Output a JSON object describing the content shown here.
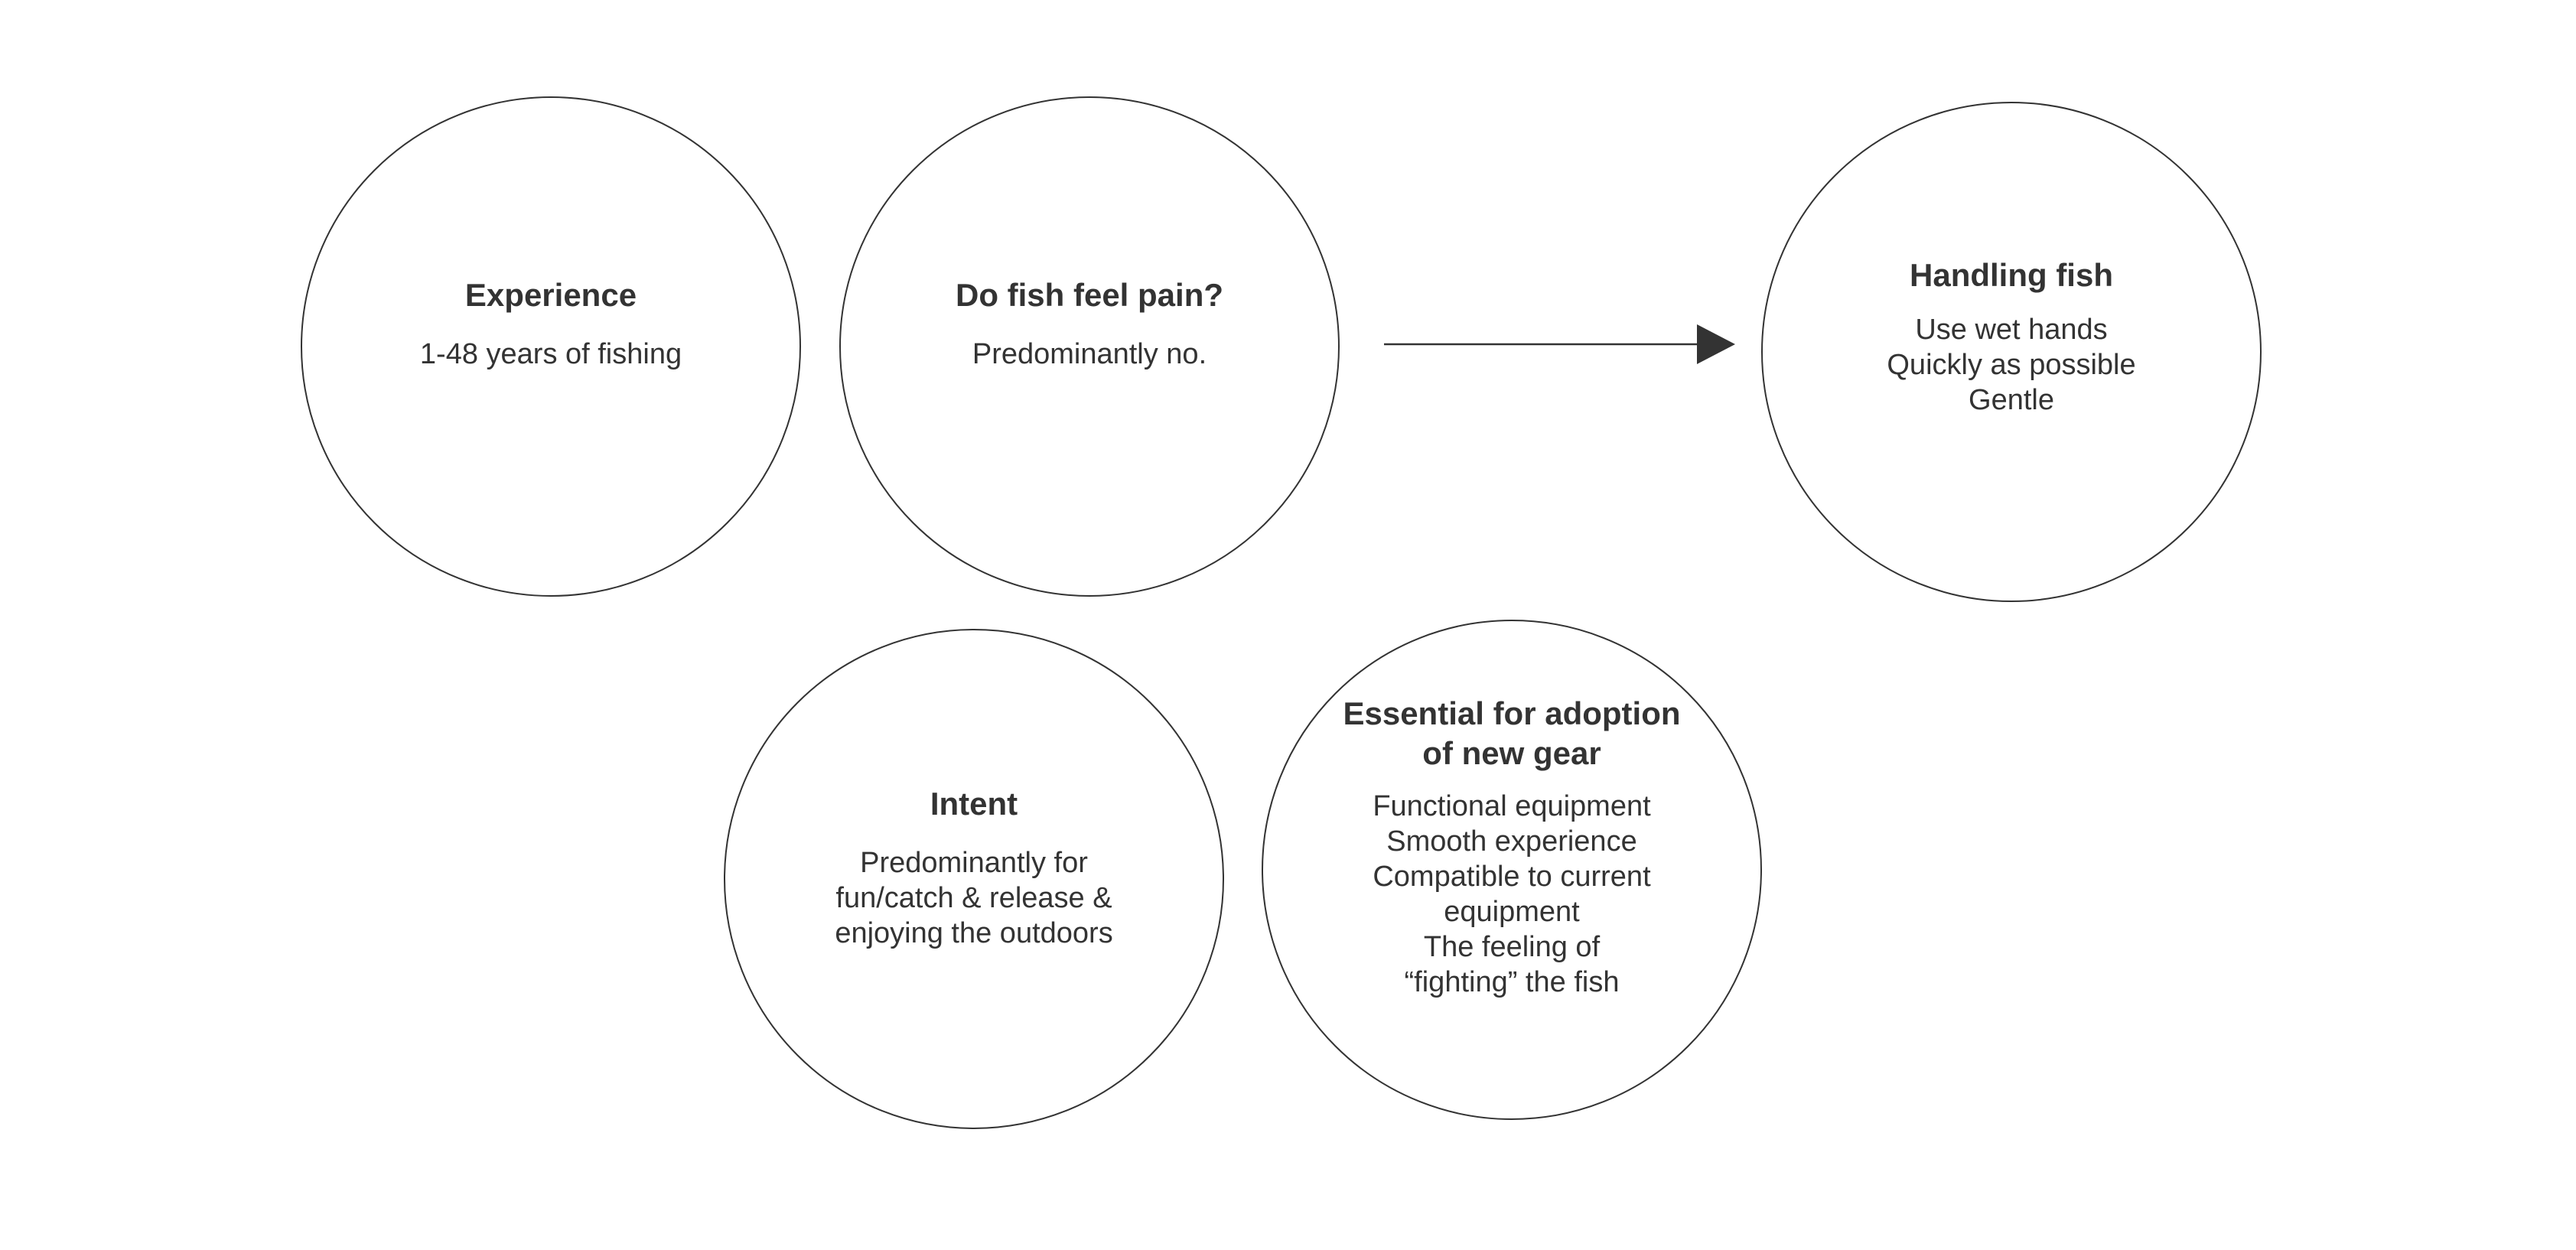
{
  "diagram": {
    "nodes": [
      {
        "id": "experience",
        "title": "Experience",
        "lines": [
          "1-48 years of fishing"
        ]
      },
      {
        "id": "pain",
        "title": "Do fish feel pain?",
        "lines": [
          "Predominantly no."
        ]
      },
      {
        "id": "handling",
        "title": "Handling fish",
        "lines": [
          "Use wet hands",
          "Quickly as possible",
          "Gentle"
        ]
      },
      {
        "id": "intent",
        "title": "Intent",
        "lines": [
          "Predominantly for",
          "fun/catch & release &",
          "enjoying the outdoors"
        ]
      },
      {
        "id": "essential",
        "title": "Essential for adoption\nof new gear",
        "lines": [
          "Functional equipment",
          "Smooth experience",
          "Compatible to current",
          "equipment",
          "The feeling of",
          "“fighting” the fish"
        ]
      }
    ],
    "edges": [
      {
        "from": "pain",
        "to": "handling"
      }
    ],
    "colors": {
      "stroke": "#333333",
      "text": "#333333",
      "background": "#ffffff"
    }
  }
}
